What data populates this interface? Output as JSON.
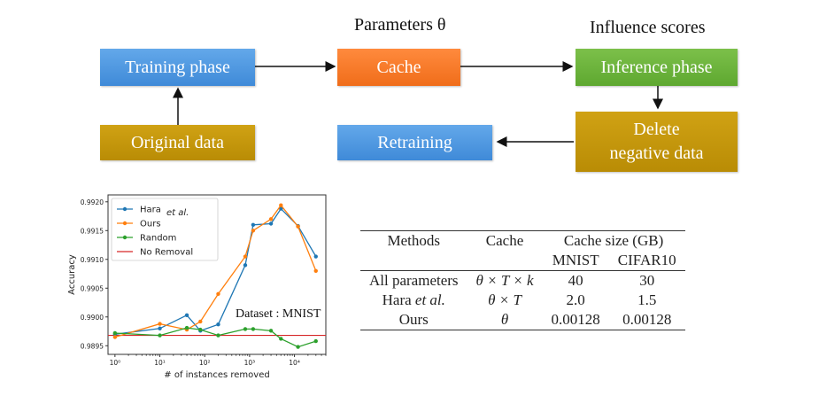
{
  "flow": {
    "training": "Training phase",
    "cache": "Cache",
    "inference": "Inference phase",
    "original": "Original data",
    "retraining": "Retraining",
    "delete_line1": "Delete",
    "delete_line2": "negative data",
    "params_label": "Parameters θ",
    "influence_label": "Influence scores"
  },
  "chart_data": {
    "type": "line",
    "xlabel": "# of instances removed",
    "ylabel": "Accuracy",
    "xscale": "log",
    "xlim": [
      0.7,
      50000
    ],
    "ylim": [
      0.98935,
      0.99212
    ],
    "x_ticks": [
      "10⁰",
      "10¹",
      "10²",
      "10³",
      "10⁴"
    ],
    "y_ticks": [
      "0.9895",
      "0.9900",
      "0.9905",
      "0.9910",
      "0.9915",
      "0.9920"
    ],
    "legend_position": "top-left",
    "annotation": "Dataset : MNIST",
    "baseline": {
      "name": "No Removal",
      "color": "#d62728",
      "value": 0.98968
    },
    "series": [
      {
        "name": "Hara",
        "name_suffix": "et al.",
        "color": "#1f77b4",
        "x": [
          1,
          10,
          40,
          80,
          200,
          800,
          1200,
          3000,
          5000,
          12000,
          30000
        ],
        "y": [
          0.9897,
          0.9898,
          0.99003,
          0.98976,
          0.98987,
          0.9909,
          0.9916,
          0.99162,
          0.99188,
          0.99158,
          0.99105
        ]
      },
      {
        "name": "Ours",
        "color": "#ff7f0e",
        "x": [
          1,
          10,
          40,
          80,
          200,
          800,
          1200,
          3000,
          5000,
          12000,
          30000
        ],
        "y": [
          0.98965,
          0.98988,
          0.98978,
          0.98992,
          0.9904,
          0.99105,
          0.9915,
          0.9917,
          0.99194,
          0.99157,
          0.9908
        ]
      },
      {
        "name": "Random",
        "color": "#2ca02c",
        "x": [
          1,
          10,
          40,
          80,
          200,
          800,
          1200,
          3000,
          5000,
          12000,
          30000
        ],
        "y": [
          0.98972,
          0.98968,
          0.98981,
          0.98978,
          0.98968,
          0.98979,
          0.98979,
          0.98976,
          0.98962,
          0.98948,
          0.98958
        ]
      }
    ]
  },
  "table": {
    "header1": [
      "Methods",
      "Cache",
      "Cache size (GB)"
    ],
    "header2": [
      "MNIST",
      "CIFAR10"
    ],
    "rows": [
      [
        "All parameters",
        "θ × T × k",
        "40",
        "30"
      ],
      [
        "Hara",
        "θ × T",
        "2.0",
        "1.5"
      ],
      [
        "Ours",
        "θ",
        "0.00128",
        "0.00128"
      ]
    ],
    "hara_suffix": "et al."
  }
}
